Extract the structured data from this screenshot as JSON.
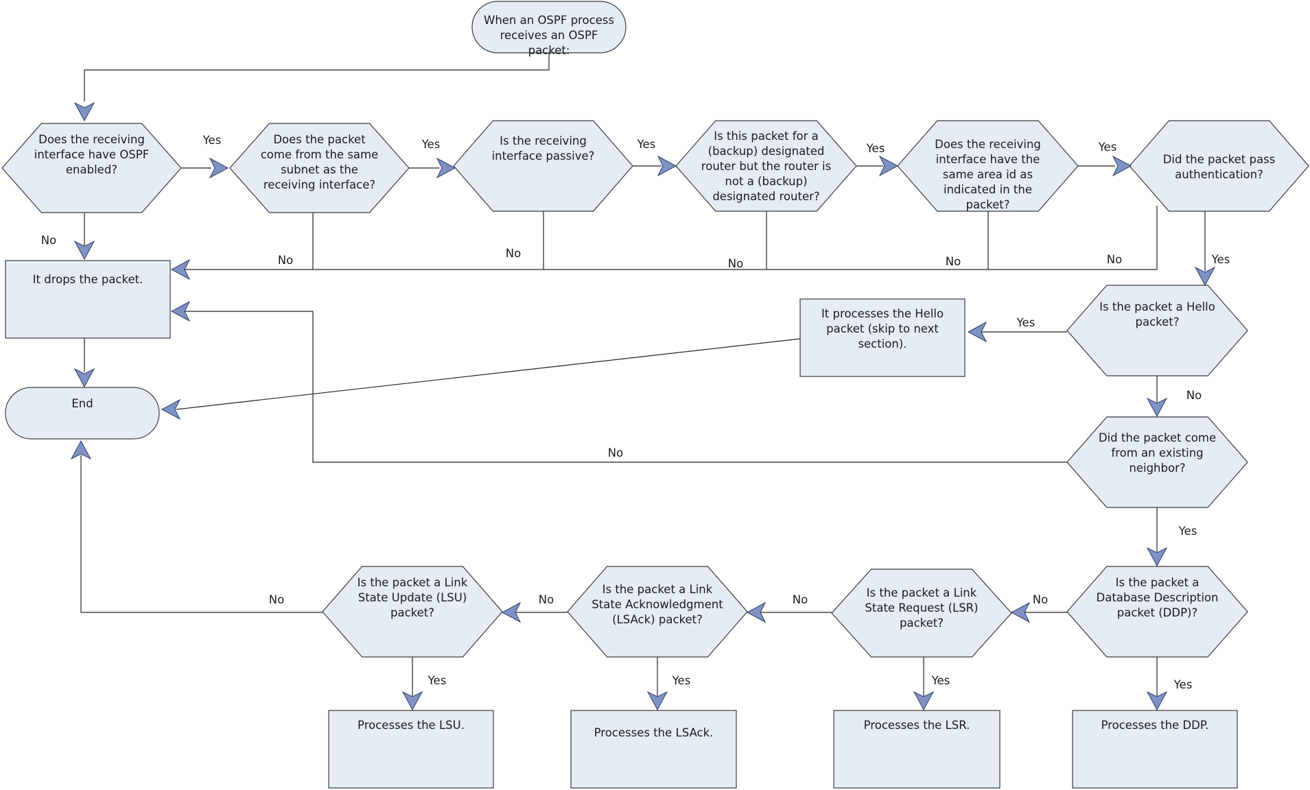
{
  "colors": {
    "node_fill": "#e6ecf6",
    "node_stroke": "#3a3a3a",
    "line": "#222222",
    "arrow_fill": "#7f92c4",
    "arrow_stroke": "#2d3d6b"
  },
  "nodes": {
    "start": [
      "When an OSPF process",
      "receives an OSPF",
      "packet:"
    ],
    "q_ospf_enabled": [
      "Does the receiving",
      "interface have OSPF",
      "enabled?"
    ],
    "q_same_subnet": [
      "Does the packet",
      "come from the same",
      "subnet as the",
      "receiving interface?"
    ],
    "q_passive": [
      "Is the receiving",
      "interface passive?"
    ],
    "q_dr": [
      "Is this packet for a",
      "(backup) designated",
      "router but the router is",
      "not a (backup)",
      "designated router?"
    ],
    "q_area_id": [
      "Does the receiving",
      "interface have the",
      "same area id as",
      "indicated in the",
      "packet?"
    ],
    "q_auth": [
      "Did the packet pass",
      "authentication?"
    ],
    "drop": [
      "It drops the packet."
    ],
    "end": [
      "End"
    ],
    "q_hello": [
      "Is the packet a Hello",
      "packet?"
    ],
    "hello_proc": [
      "It processes the Hello",
      "packet (skip to next",
      "section)."
    ],
    "q_neighbor": [
      "Did the packet come",
      "from an existing",
      "neighbor?"
    ],
    "q_ddp": [
      "Is the packet a",
      "Database Description",
      "packet (DDP)?"
    ],
    "q_lsr": [
      "Is the packet a Link",
      "State Request (LSR)",
      "packet?"
    ],
    "q_lsack": [
      "Is the packet a Link",
      "State Acknowledgment",
      "(LSAck) packet?"
    ],
    "q_lsu": [
      "Is the packet a Link",
      "State Update (LSU)",
      "packet?"
    ],
    "p_ddp": [
      "Processes the DDP."
    ],
    "p_lsr": [
      "Processes the LSR."
    ],
    "p_lsack": [
      "Processes the LSAck."
    ],
    "p_lsu": [
      "Processes the LSU."
    ]
  },
  "edge_labels": {
    "yes_ospf_to_subnet": "Yes",
    "yes_subnet_to_passive": "Yes",
    "yes_passive_to_dr": "Yes",
    "yes_dr_to_area": "Yes",
    "yes_area_to_auth": "Yes",
    "no_ospf": "No",
    "no_subnet": "No",
    "no_passive": "No",
    "no_dr": "No",
    "no_area": "No",
    "no_auth": "No",
    "yes_auth": "Yes",
    "yes_hello": "Yes",
    "no_hello": "No",
    "no_neighbor": "No",
    "yes_neighbor": "Yes",
    "no_ddp": "No",
    "no_lsr": "No",
    "no_lsack": "No",
    "no_lsu": "No",
    "yes_ddp": "Yes",
    "yes_lsr": "Yes",
    "yes_lsack": "Yes",
    "yes_lsu": "Yes"
  }
}
